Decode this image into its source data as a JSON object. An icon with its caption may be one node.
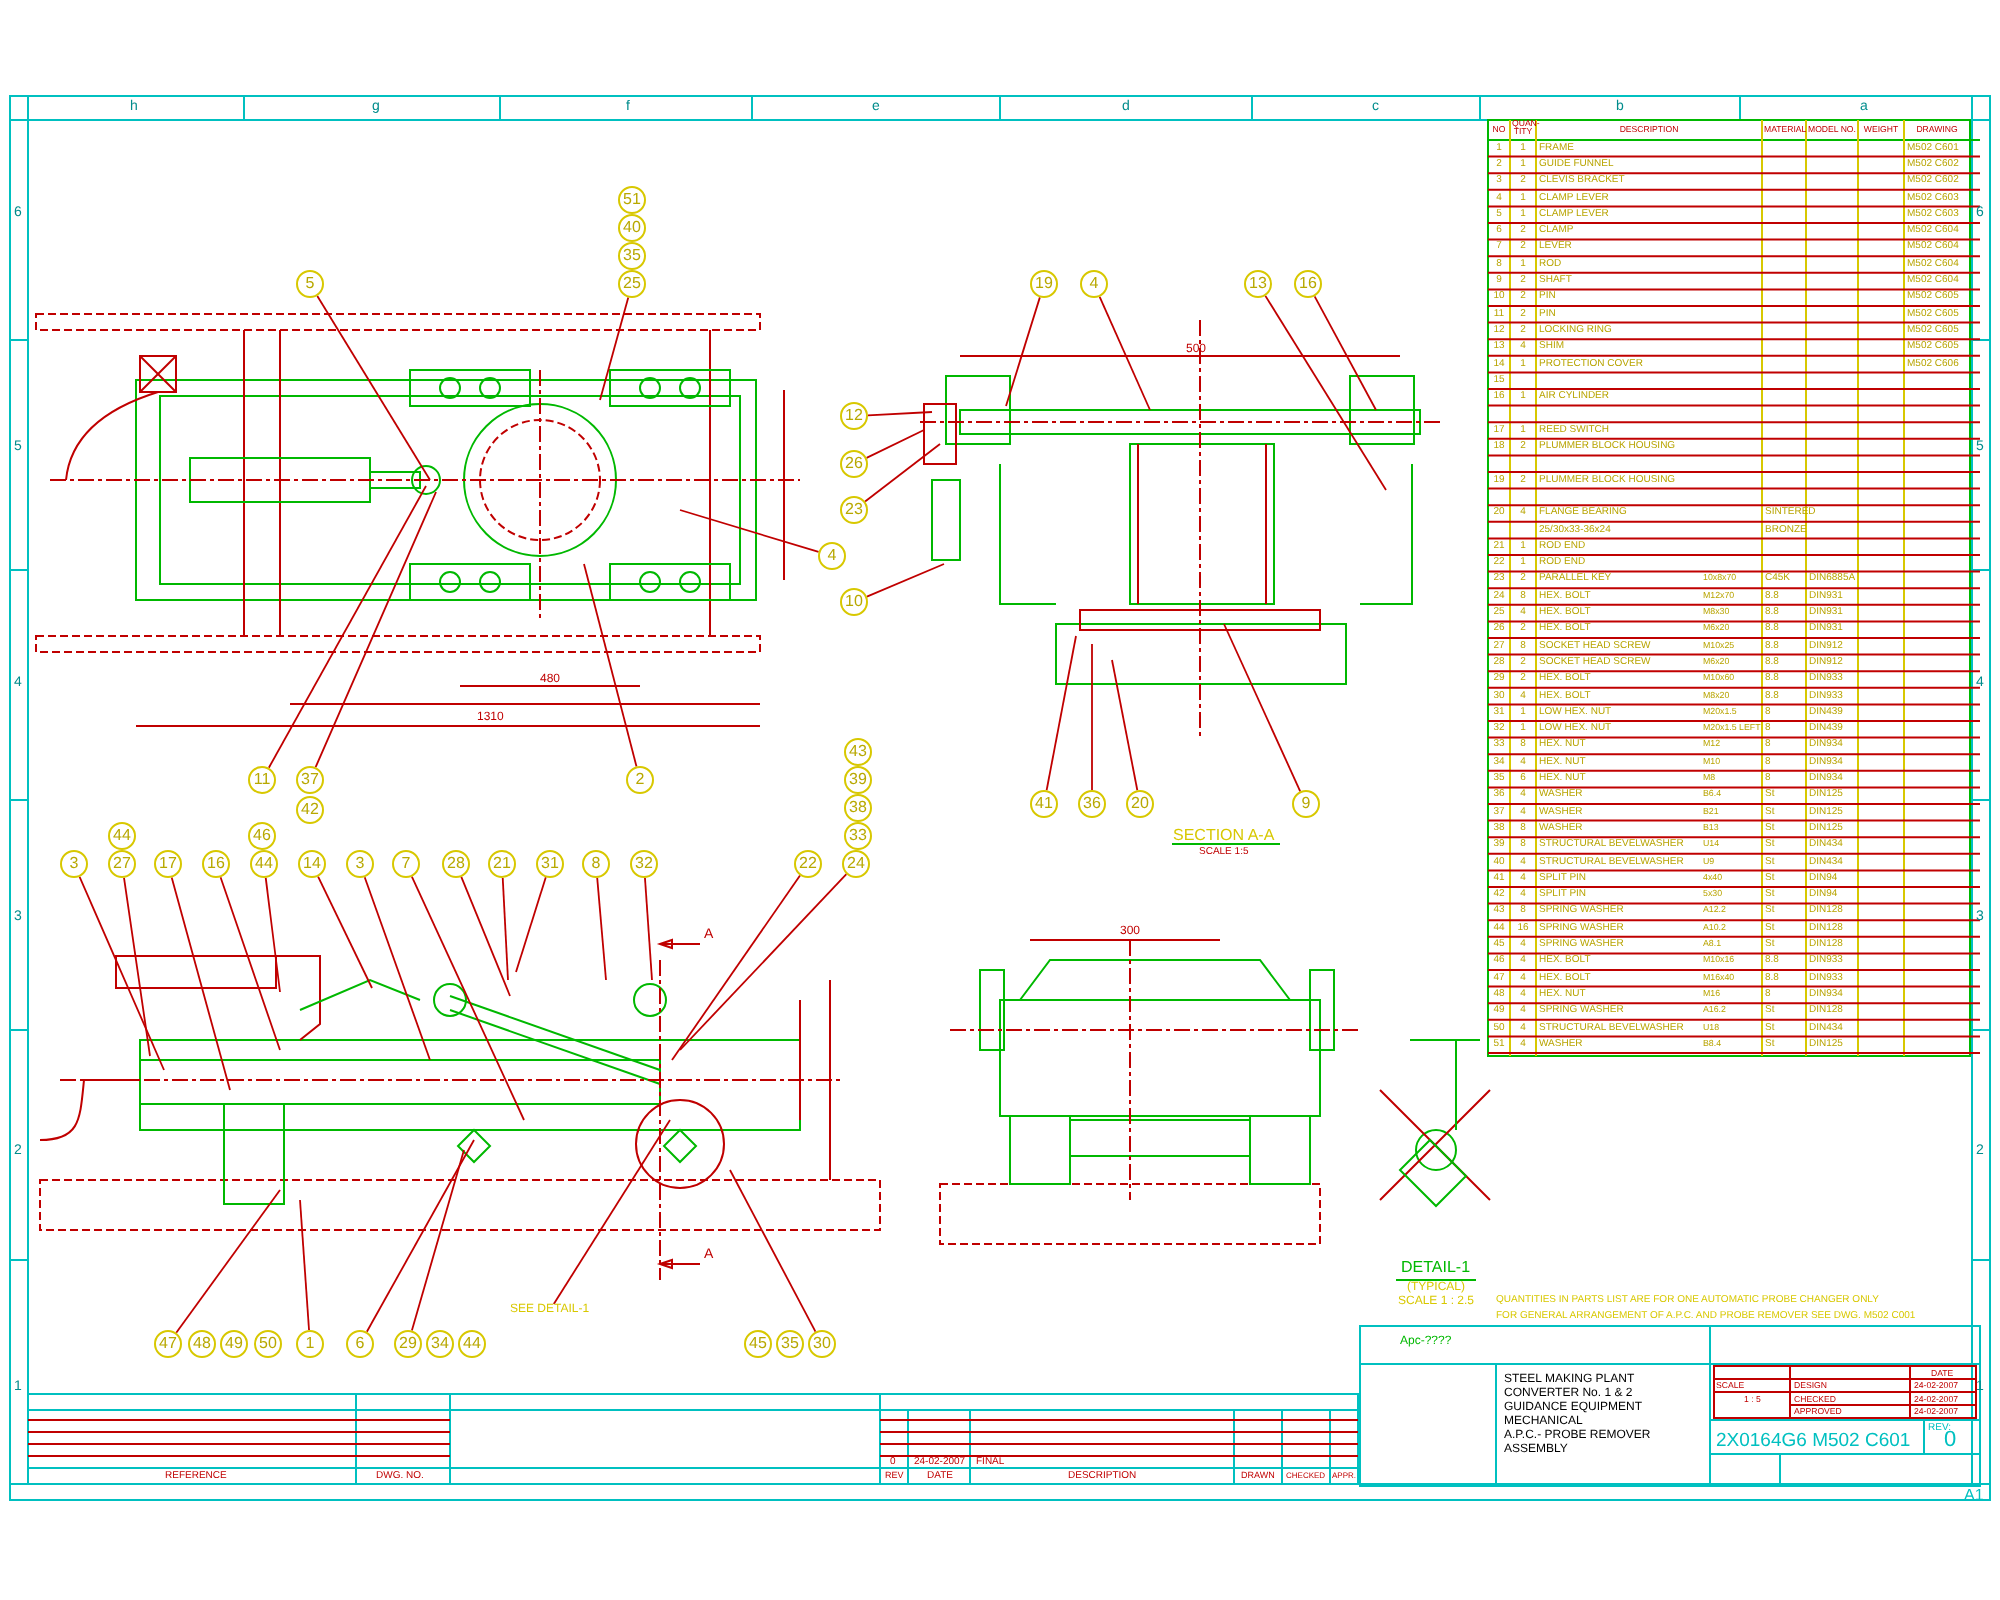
{
  "diagram": {
    "nodes": [
      {
        "text": [
          "51"
        ]
      },
      {
        "text": [
          "40"
        ]
      },
      {
        "text": [
          "35"
        ]
      },
      {
        "text": [
          "25"
        ]
      },
      {
        "text": [
          "5"
        ]
      },
      {
        "text": [
          "19"
        ]
      },
      {
        "text": [
          "4"
        ]
      },
      {
        "text": [
          "13"
        ]
      },
      {
        "text": [
          "16"
        ]
      },
      {
        "text": [
          "12"
        ]
      },
      {
        "text": [
          "26"
        ]
      },
      {
        "text": [
          "23"
        ]
      },
      {
        "text": [
          "4"
        ]
      },
      {
        "text": [
          "10"
        ]
      },
      {
        "text": [
          "43"
        ]
      },
      {
        "text": [
          "11"
        ]
      },
      {
        "text": [
          "37"
        ]
      },
      {
        "text": [
          "2"
        ]
      },
      {
        "text": [
          "39"
        ]
      },
      {
        "text": [
          "41"
        ]
      },
      {
        "text": [
          "36"
        ]
      },
      {
        "text": [
          "20"
        ]
      },
      {
        "text": [
          "9"
        ]
      },
      {
        "text": [
          "42"
        ]
      },
      {
        "text": [
          "38"
        ]
      },
      {
        "text": [
          "44"
        ]
      },
      {
        "text": [
          "46"
        ]
      },
      {
        "text": [
          "33"
        ]
      },
      {
        "text": [
          "3"
        ]
      },
      {
        "text": [
          "27"
        ]
      },
      {
        "text": [
          "17"
        ]
      },
      {
        "text": [
          "16"
        ]
      },
      {
        "text": [
          "44"
        ]
      },
      {
        "text": [
          "14"
        ]
      },
      {
        "text": [
          "3"
        ]
      },
      {
        "text": [
          "7"
        ]
      },
      {
        "text": [
          "28"
        ]
      },
      {
        "text": [
          "21"
        ]
      },
      {
        "text": [
          "31"
        ]
      },
      {
        "text": [
          "8"
        ]
      },
      {
        "text": [
          "32"
        ]
      },
      {
        "text": [
          "22"
        ]
      },
      {
        "text": [
          "24"
        ]
      },
      {
        "text": [
          "SEE DETAIL-1"
        ]
      },
      {
        "text": [
          "47"
        ]
      },
      {
        "text": [
          "48"
        ]
      },
      {
        "text": [
          "49"
        ]
      },
      {
        "text": [
          "50"
        ]
      },
      {
        "text": [
          "1"
        ]
      },
      {
        "text": [
          "6"
        ]
      },
      {
        "text": [
          "29"
        ]
      },
      {
        "text": [
          "34"
        ]
      },
      {
        "text": [
          "44"
        ]
      },
      {
        "text": [
          "45"
        ]
      },
      {
        "text": [
          "35"
        ]
      },
      {
        "text": [
          "30"
        ]
      },
      {
        "text": [],
        "shape": "picture"
      },
      {
        "text": [],
        "shape": "picture"
      },
      {
        "text": [],
        "shape": "picture"
      }
    ],
    "edges": [
      {
        "from": 3,
        "to": 56,
        "arrow": "none"
      },
      {
        "from": 4,
        "to": 56,
        "arrow": "none"
      },
      {
        "from": 5,
        "to": 57,
        "arrow": "none"
      },
      {
        "from": 6,
        "to": 57,
        "arrow": "none"
      },
      {
        "from": 7,
        "to": 57,
        "arrow": "none"
      },
      {
        "from": 8,
        "to": 57,
        "arrow": "none"
      },
      {
        "from": 9,
        "to": 57,
        "arrow": "none"
      },
      {
        "from": 10,
        "to": 57,
        "arrow": "none"
      },
      {
        "from": 11,
        "to": 57,
        "arrow": "none"
      },
      {
        "from": 12,
        "to": 56,
        "arrow": "none"
      },
      {
        "from": 13,
        "to": 57,
        "arrow": "none"
      },
      {
        "from": 15,
        "to": 56,
        "arrow": "none"
      },
      {
        "from": 16,
        "to": 56,
        "arrow": "none"
      },
      {
        "from": 17,
        "to": 56,
        "arrow": "none"
      },
      {
        "from": 19,
        "to": 57,
        "arrow": "none"
      },
      {
        "from": 20,
        "to": 57,
        "arrow": "none"
      },
      {
        "from": 21,
        "to": 57,
        "arrow": "none"
      },
      {
        "from": 22,
        "to": 57,
        "arrow": "none"
      },
      {
        "from": 28,
        "to": 58,
        "arrow": "none"
      },
      {
        "from": 29,
        "to": 58,
        "arrow": "none"
      },
      {
        "from": 30,
        "to": 58,
        "arrow": "none"
      },
      {
        "from": 31,
        "to": 58,
        "arrow": "none"
      },
      {
        "from": 32,
        "to": 58,
        "arrow": "none"
      },
      {
        "from": 33,
        "to": 58,
        "arrow": "none"
      },
      {
        "from": 34,
        "to": 58,
        "arrow": "none"
      },
      {
        "from": 35,
        "to": 58,
        "arrow": "none"
      },
      {
        "from": 36,
        "to": 58,
        "arrow": "none"
      },
      {
        "from": 37,
        "to": 58,
        "arrow": "none"
      },
      {
        "from": 38,
        "to": 58,
        "arrow": "none"
      },
      {
        "from": 39,
        "to": 58,
        "arrow": "none"
      },
      {
        "from": 40,
        "to": 58,
        "arrow": "none"
      },
      {
        "from": 41,
        "to": 58,
        "arrow": "none"
      },
      {
        "from": 42,
        "to": 58,
        "arrow": "none"
      },
      {
        "from": 43,
        "to": 58,
        "arrow": "none"
      },
      {
        "from": 44,
        "to": 58,
        "arrow": "none"
      },
      {
        "from": 48,
        "to": 58,
        "arrow": "none"
      },
      {
        "from": 49,
        "to": 58,
        "arrow": "none"
      },
      {
        "from": 50,
        "to": 58,
        "arrow": "none"
      },
      {
        "from": 55,
        "to": 58,
        "arrow": "none"
      }
    ],
    "labels": [
      "h",
      "g",
      "f",
      "e",
      "d",
      "c",
      "b",
      "a",
      "6",
      "5",
      "4",
      "3",
      "2",
      "1",
      "6",
      "5",
      "4",
      "3",
      "2",
      "1",
      "NO",
      "QUAN- TITY",
      "DESCRIPTION",
      "MATERIAL",
      "MODEL NO.",
      "WEIGHT",
      "DRAWING",
      "1",
      "1",
      "FRAME",
      "M502 C601",
      "2",
      "1",
      "GUIDE FUNNEL",
      "M502 C602",
      "3",
      "2",
      "CLEVIS BRACKET",
      "M502 C602",
      "4",
      "1",
      "CLAMP LEVER",
      "M502 C603",
      "5",
      "1",
      "CLAMP LEVER",
      "M502 C603",
      "6",
      "2",
      "CLAMP",
      "M502 C604",
      "7",
      "2",
      "LEVER",
      "M502 C604",
      "8",
      "1",
      "ROD",
      "M502 C604",
      "9",
      "2",
      "SHAFT",
      "M502 C604",
      "10",
      "2",
      "PIN",
      "M502 C605",
      "11",
      "2",
      "PIN",
      "M502 C605",
      "12",
      "2",
      "LOCKING RING",
      "M502 C605",
      "13",
      "4",
      "SHIM",
      "M502 C605",
      "14",
      "1",
      "PROTECTION COVER",
      "M502 C606",
      "15",
      "16",
      "1",
      "AIR CYLINDER",
      "17",
      "1",
      "REED SWITCH",
      "18",
      "2",
      "PLUMMER BLOCK HOUSING",
      "19",
      "2",
      "PLUMMER BLOCK HOUSING",
      "20",
      "4",
      "FLANGE BEARING",
      "SINTERED",
      "25/30x33-36x24",
      "BRONZE",
      "21",
      "1",
      "ROD END",
      "22",
      "1",
      "ROD END",
      "23",
      "2",
      "PARALLEL KEY",
      "10x8x70",
      "C45K",
      "DIN6885A",
      "24",
      "8",
      "HEX. BOLT",
      "M12x70",
      "8.8",
      "DIN931",
      "25",
      "4",
      "HEX. BOLT",
      "M8x30",
      "8.8",
      "DIN931",
      "26",
      "2",
      "HEX. BOLT",
      "M6x20",
      "8.8",
      "DIN931",
      "27",
      "8",
      "SOCKET HEAD SCREW",
      "M10x25",
      "8.8",
      "DIN912",
      "28",
      "2",
      "SOCKET HEAD SCREW",
      "M6x20",
      "8.8",
      "DIN912",
      "29",
      "2",
      "HEX. BOLT",
      "M10x60",
      "8.8",
      "DIN933",
      "30",
      "4",
      "HEX. BOLT",
      "M8x20",
      "8.8",
      "DIN933",
      "31",
      "1",
      "LOW HEX. NUT",
      "M20x1.5",
      "8",
      "DIN439",
      "32",
      "1",
      "LOW HEX. NUT",
      "M20x1.5 LEFT",
      "8",
      "DIN439",
      "33",
      "8",
      "HEX. NUT",
      "M12",
      "8",
      "DIN934",
      "34",
      "4",
      "HEX. NUT",
      "M10",
      "8",
      "DIN934",
      "35",
      "6",
      "HEX. NUT",
      "M8",
      "8",
      "DIN934",
      "36",
      "4",
      "WASHER",
      "B6.4",
      "St",
      "DIN125",
      "37",
      "4",
      "WASHER",
      "B21",
      "St",
      "DIN125",
      "38",
      "8",
      "WASHER",
      "B13",
      "St",
      "DIN125",
      "39",
      "8",
      "STRUCTURAL BEVELWASHER",
      "U14",
      "St",
      "DIN434",
      "40",
      "4",
      "STRUCTURAL BEVELWASHER",
      "U9",
      "St",
      "DIN434",
      "41",
      "4",
      "SPLIT PIN",
      "4x40",
      "St",
      "DIN94",
      "42",
      "4",
      "SPLIT PIN",
      "5x30",
      "St",
      "DIN94",
      "43",
      "8",
      "SPRING WASHER",
      "A12.2",
      "St",
      "DIN128",
      "44",
      "16",
      "SPRING WASHER",
      "A10.2",
      "St",
      "DIN128",
      "45",
      "4",
      "SPRING WASHER",
      "A8.1",
      "St",
      "DIN128",
      "46",
      "4",
      "HEX. BOLT",
      "M10x16",
      "8.8",
      "DIN933",
      "47",
      "4",
      "HEX. BOLT",
      "M16x40",
      "8.8",
      "DIN933",
      "48",
      "4",
      "HEX. NUT",
      "M16",
      "8",
      "DIN934",
      "49",
      "4",
      "SPRING WASHER",
      "A16.2",
      "St",
      "DIN128",
      "50",
      "4",
      "STRUCTURAL BEVELWASHER",
      "U18",
      "St",
      "DIN434",
      "51",
      "4",
      "WASHER",
      "B8.4",
      "St",
      "DIN125",
      "500",
      "A",
      "1310",
      "480",
      "SECTION A-A",
      "SCALE 1:5",
      "300",
      "A",
      "DETAIL-1",
      "(TYPICAL)",
      "SCALE 1 : 2.5",
      "QUANTITIES IN PARTS LIST ARE FOR ONE AUTOMATIC PROBE CHANGER ONLY",
      "FOR GENERAL ARRANGEMENT OF A.P.C. AND PROBE REMOVER SEE DWG. M502 C001",
      "Apc-????",
      "STEEL MAKING PLANT",
      "CONVERTER No. 1 & 2",
      "GUIDANCE EQUIPMENT",
      "MECHANICAL",
      "A.P.C.- PROBE REMOVER",
      "ASSEMBLY",
      "DATE",
      "SCALE",
      "DESIGN",
      "24-02-2007",
      "1 : 5",
      "CHECKED",
      "24-02-2007",
      "APPROVED",
      "24-02-2007",
      "REV:",
      "2X0164G6 M502 C601",
      "0",
      "0",
      "24-02-2007",
      "FINAL",
      "REFERENCE",
      "DWG. NO.",
      "REV",
      "DATE",
      "DESCRIPTION",
      "DRAWN",
      "CHECKED",
      "APPR.",
      "A1"
    ]
  }
}
